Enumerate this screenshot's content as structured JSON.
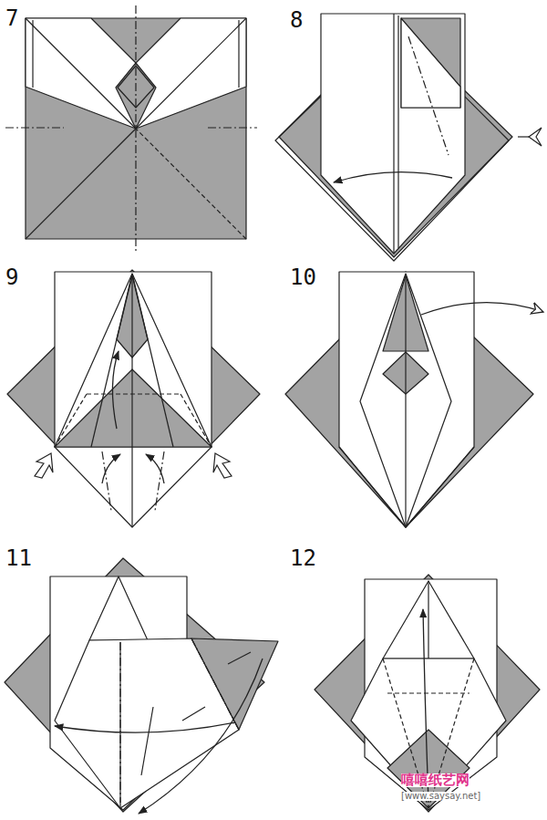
{
  "diagram": {
    "labels": [
      "7",
      "8",
      "9",
      "10",
      "11",
      "12",
      "嘻嘻纸艺网",
      "[www.saysay.net]"
    ]
  }
}
